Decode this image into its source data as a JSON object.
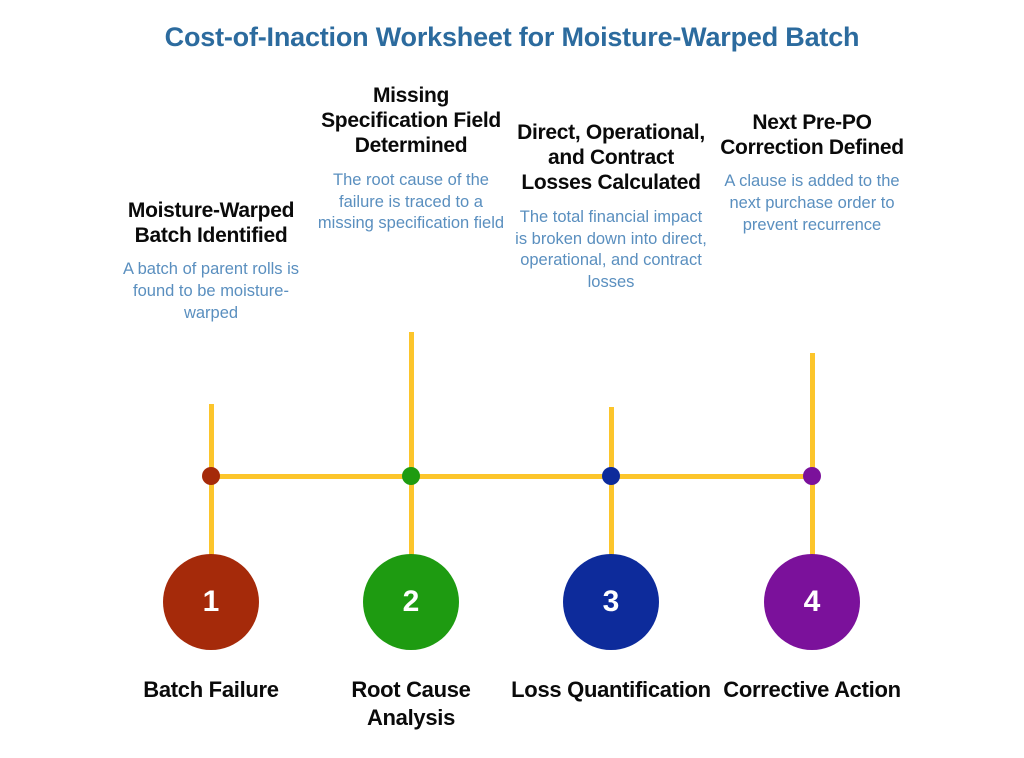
{
  "title": "Cost-of-Inaction Worksheet for Moisture-Warped Batch",
  "colors": {
    "title": "#2C6B9E",
    "timeline": "#FCC52B",
    "heading": "#0A0A0A",
    "description": "#5A8FBF",
    "background": "#FFFFFF"
  },
  "chart_data": {
    "type": "timeline",
    "title": "Cost-of-Inaction Worksheet for Moisture-Warped Batch",
    "orientation": "horizontal",
    "step_count": 4,
    "axis_color": "#FCC52B",
    "steps": [
      {
        "number": "1",
        "heading": "Moisture-Warped Batch Identified",
        "description": "A batch of parent rolls is found to be moisture-warped",
        "phase": "Batch Failure",
        "color": "#A52A0A"
      },
      {
        "number": "2",
        "heading": "Missing Specification Field Determined",
        "description": "The root cause of the failure is traced to a missing specification field",
        "phase": "Root Cause Analysis",
        "color": "#1E9B11"
      },
      {
        "number": "3",
        "heading": "Direct, Operational, and Contract Losses Calculated",
        "description": "The total financial impact is broken down into direct, operational, and contract losses",
        "phase": "Loss Quantification",
        "color": "#0D2B9B"
      },
      {
        "number": "4",
        "heading": "Next Pre-PO Correction Defined",
        "description": "A clause is added to the next purchase order to prevent recurrence",
        "phase": "Corrective Action",
        "color": "#7B119B"
      }
    ]
  }
}
